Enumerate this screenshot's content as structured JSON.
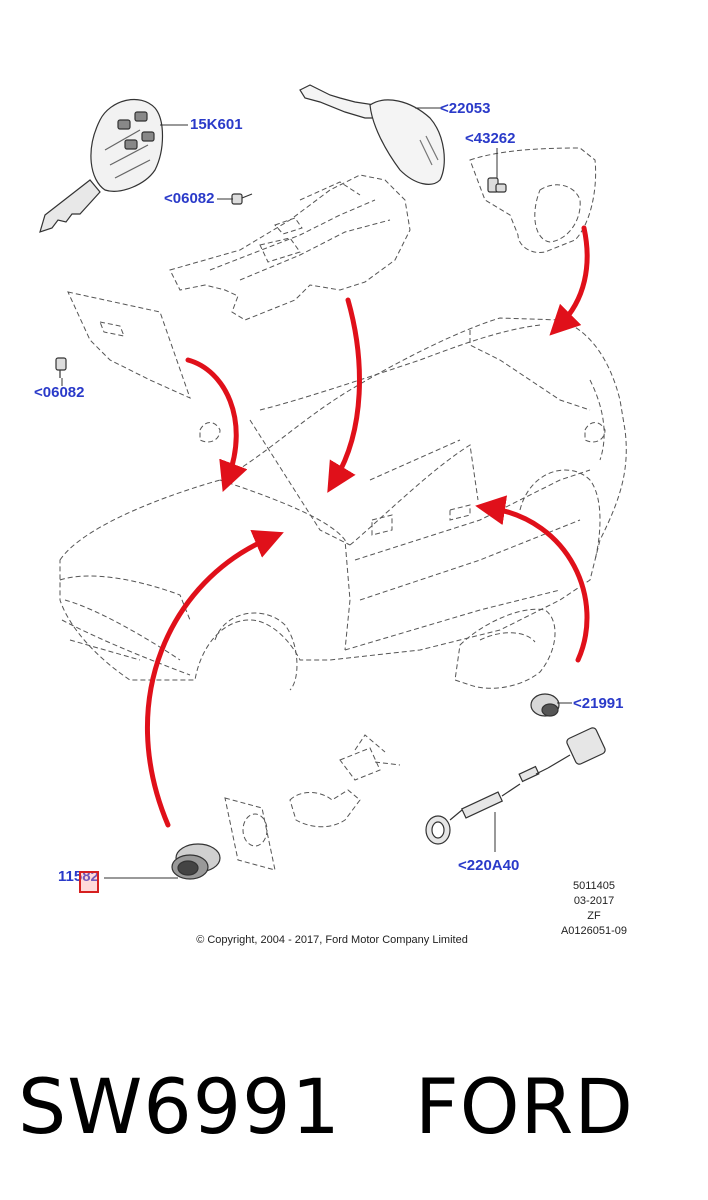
{
  "diagram": {
    "callouts": {
      "remote_key": "15K601",
      "key": "<22053",
      "lock_cylinder_trunk": "<43262",
      "screw_console": "<06082",
      "screw_panel": "<06082",
      "door_lock_cylinder": "<21991",
      "ignition_lock_cylinder": "11582",
      "wiring_harness": "<220A40"
    },
    "info_block": [
      "5011405",
      "03-2017",
      "ZF",
      "A0126051-09"
    ],
    "copyright": "© Copyright, 2004 - 2017, Ford Motor Company Limited",
    "colors": {
      "callout": "#2a3ac9",
      "arrow": "#e0101a",
      "line": "#333333",
      "highlight": "#d62020"
    }
  },
  "footer": {
    "part_number": "SW6991",
    "brand": "FORD"
  }
}
